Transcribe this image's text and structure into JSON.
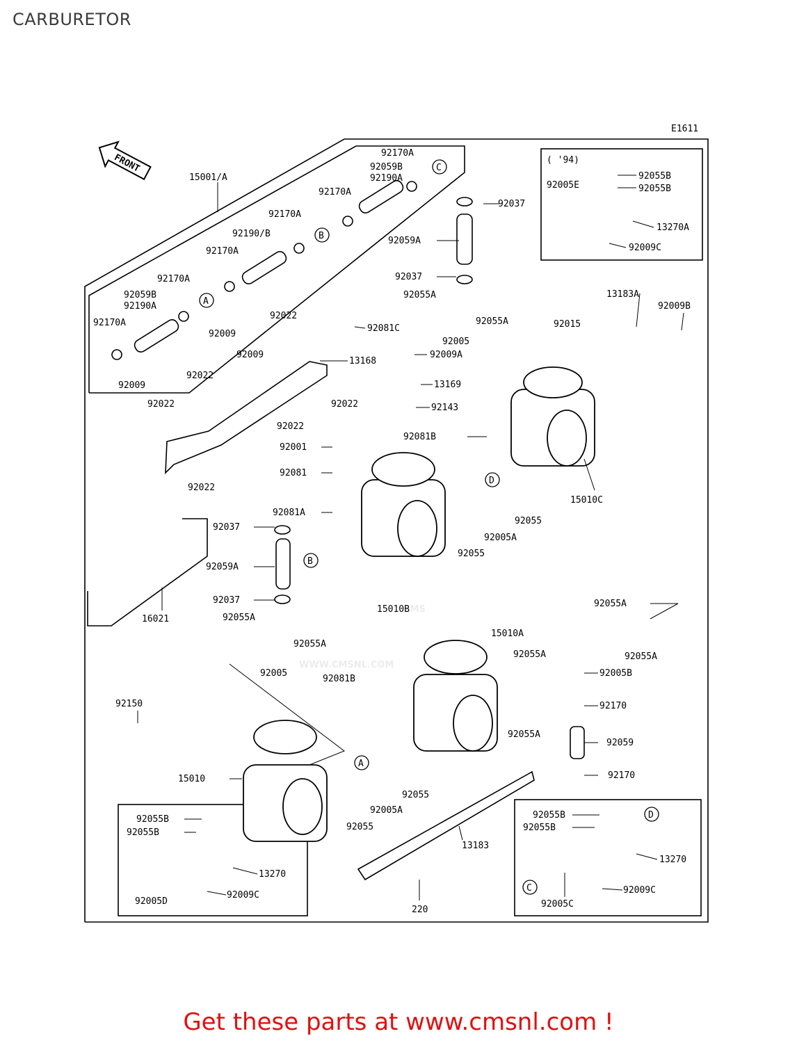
{
  "page_title": "CARBURETOR",
  "figure_code": "E1611",
  "front_label": "FRONT",
  "watermark": "CMS",
  "watermark_url": "WWW.CMSNL.COM",
  "inset_94_label": "( '94)",
  "callout_letters": [
    "A",
    "B",
    "C",
    "D"
  ],
  "part_labels": [
    "15001/A",
    "92170A",
    "92059B",
    "92190A",
    "92170A",
    "92170A",
    "92190/B",
    "92170A",
    "92170A",
    "92059B",
    "92190A",
    "92170A",
    "92037",
    "92059A",
    "92037",
    "92055A",
    "92055A",
    "92005",
    "92081C",
    "92022",
    "92009",
    "92009",
    "92009A",
    "13168",
    "92022",
    "92022",
    "13169",
    "92143",
    "92009",
    "92022",
    "92022",
    "92022",
    "92001",
    "92081B",
    "92081",
    "92081A",
    "92037",
    "92059A",
    "92037",
    "92055A",
    "92055A",
    "92005",
    "16021",
    "15010B",
    "92055",
    "92005A",
    "92055",
    "92015",
    "13183A",
    "92009B",
    "15010C",
    "92055B",
    "92005E",
    "92055B",
    "13270A",
    "92009C",
    "92055A",
    "92055A",
    "15010A",
    "92055A",
    "92005B",
    "92081B",
    "92055A",
    "92170",
    "92059",
    "92170",
    "92150",
    "15010",
    "92055",
    "92005A",
    "92055",
    "13183",
    "220",
    "92055B",
    "92055B",
    "13270",
    "92005D",
    "92009C",
    "92055B",
    "92055B",
    "13270",
    "92005C",
    "92009C"
  ],
  "footer_text": "Get these parts at www.cmsnl.com !"
}
